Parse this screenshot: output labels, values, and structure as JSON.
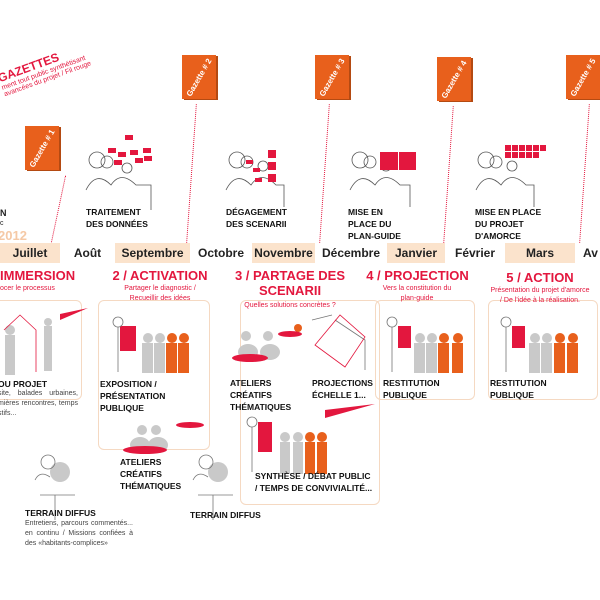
{
  "gazettes": {
    "title": "GAZETTES",
    "subtitle_1": "ment tout public synthétisant",
    "subtitle_2": "avancées du projet / Fil rouge",
    "items": [
      "Gazette # 1",
      "Gazette # 2",
      "Gazette # 3",
      "Gazette # 4",
      "Gazette # 5"
    ]
  },
  "left_partial": {
    "letter": "N",
    "small": "c",
    "year": "2012"
  },
  "milestones": [
    "TRAITEMENT DES DONNÉES",
    "DÉGAGEMENT DES SCENARII",
    "MISE EN PLACE DU PLAN-GUIDE",
    "MISE EN PLACE DU PROJET D'AMORCE"
  ],
  "months": [
    "Juillet",
    "Août",
    "Septembre",
    "Octobre",
    "Novembre",
    "Décembre",
    "Janvier",
    "Février",
    "Mars",
    "Av"
  ],
  "phases": [
    {
      "title": "IMMERSION",
      "subtitle": "ocer le processus"
    },
    {
      "title": "2 / ACTIVATION",
      "subtitle": "Partager le diagnostic / Recueillir des idées"
    },
    {
      "title": "3 / PARTAGE DES SCENARII",
      "subtitle": "Quelles solutions concrètes ?"
    },
    {
      "title": "4 / PROJECTION",
      "subtitle": "Vers la constitution du plan-guide"
    },
    {
      "title": "5 / ACTION",
      "subtitle": "Présentation du projet d'amorce / De l'idée à la réalisation."
    }
  ],
  "activities": {
    "immersion_title": "OU PROJET",
    "immersion_desc": "site, balades urbaines, mières rencontres, temps stifs...",
    "exposition": "EXPOSITION / PRÉSENTATION PUBLIQUE",
    "ateliers_1": "ATELIERS CRÉATIFS THÉMATIQUES",
    "ateliers_2": "ATELIERS CRÉATIFS THÉMATIQUES",
    "projections": "PROJECTIONS ÉCHELLE 1...",
    "synthese": "SYNTHÈSE / DÉBAT PUBLIC / TEMPS DE CONVIVIALITÉ...",
    "restitution_1": "RESTITUTION PUBLIQUE",
    "restitution_2": "RESTITUTION PUBLIQUE",
    "terrain_1_title": "TERRAIN DIFFUS",
    "terrain_1_desc": "Entretiens, parcours commentés... en continu / Missions confiées à des «habitants-complices»",
    "terrain_2_title": "TERRAIN DIFFUS"
  },
  "colors": {
    "red": "#e3173e",
    "orange": "#e8601c",
    "peach": "#fbe3cc",
    "gray": "#c9c9c9"
  }
}
